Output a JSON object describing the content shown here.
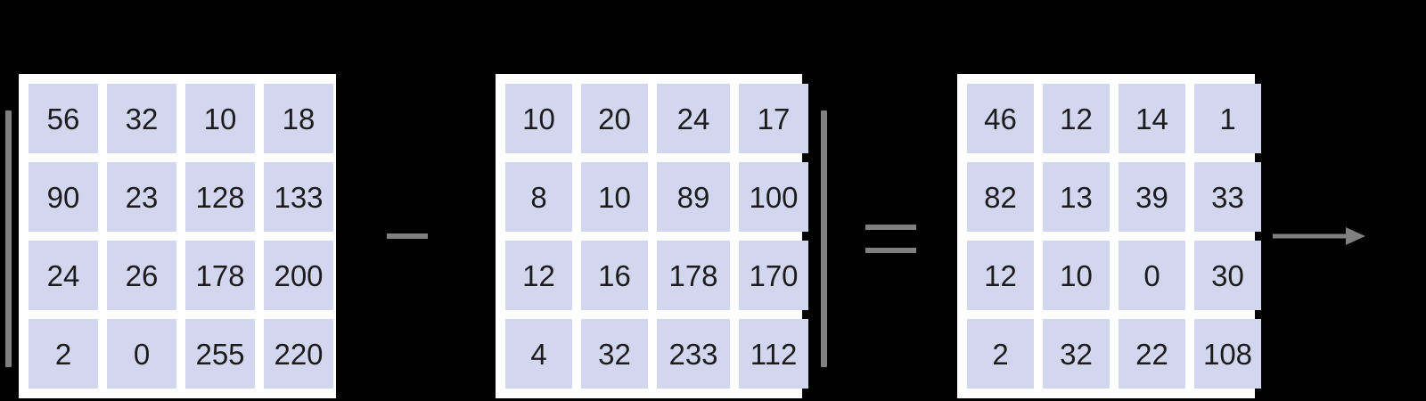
{
  "canvas": {
    "background_color": "#000000",
    "panel_color": "#ffffff",
    "cell_color": "#d2d6ef",
    "cell_text_color": "#1c1c1c",
    "operator_color": "#808080"
  },
  "equation": {
    "minus_symbol": "−",
    "equals_symbol": "=",
    "arrow_symbol": "→"
  },
  "matrices": [
    {
      "name": "minuend-matrix",
      "rows": [
        [
          "56",
          "32",
          "10",
          "18"
        ],
        [
          "90",
          "23",
          "128",
          "133"
        ],
        [
          "24",
          "26",
          "178",
          "200"
        ],
        [
          "2",
          "0",
          "255",
          "220"
        ]
      ]
    },
    {
      "name": "subtrahend-matrix",
      "rows": [
        [
          "10",
          "20",
          "24",
          "17"
        ],
        [
          "8",
          "10",
          "89",
          "100"
        ],
        [
          "12",
          "16",
          "178",
          "170"
        ],
        [
          "4",
          "32",
          "233",
          "112"
        ]
      ]
    },
    {
      "name": "difference-matrix",
      "rows": [
        [
          "46",
          "12",
          "14",
          "1"
        ],
        [
          "82",
          "13",
          "39",
          "33"
        ],
        [
          "12",
          "10",
          "0",
          "30"
        ],
        [
          "2",
          "32",
          "22",
          "108"
        ]
      ]
    }
  ]
}
